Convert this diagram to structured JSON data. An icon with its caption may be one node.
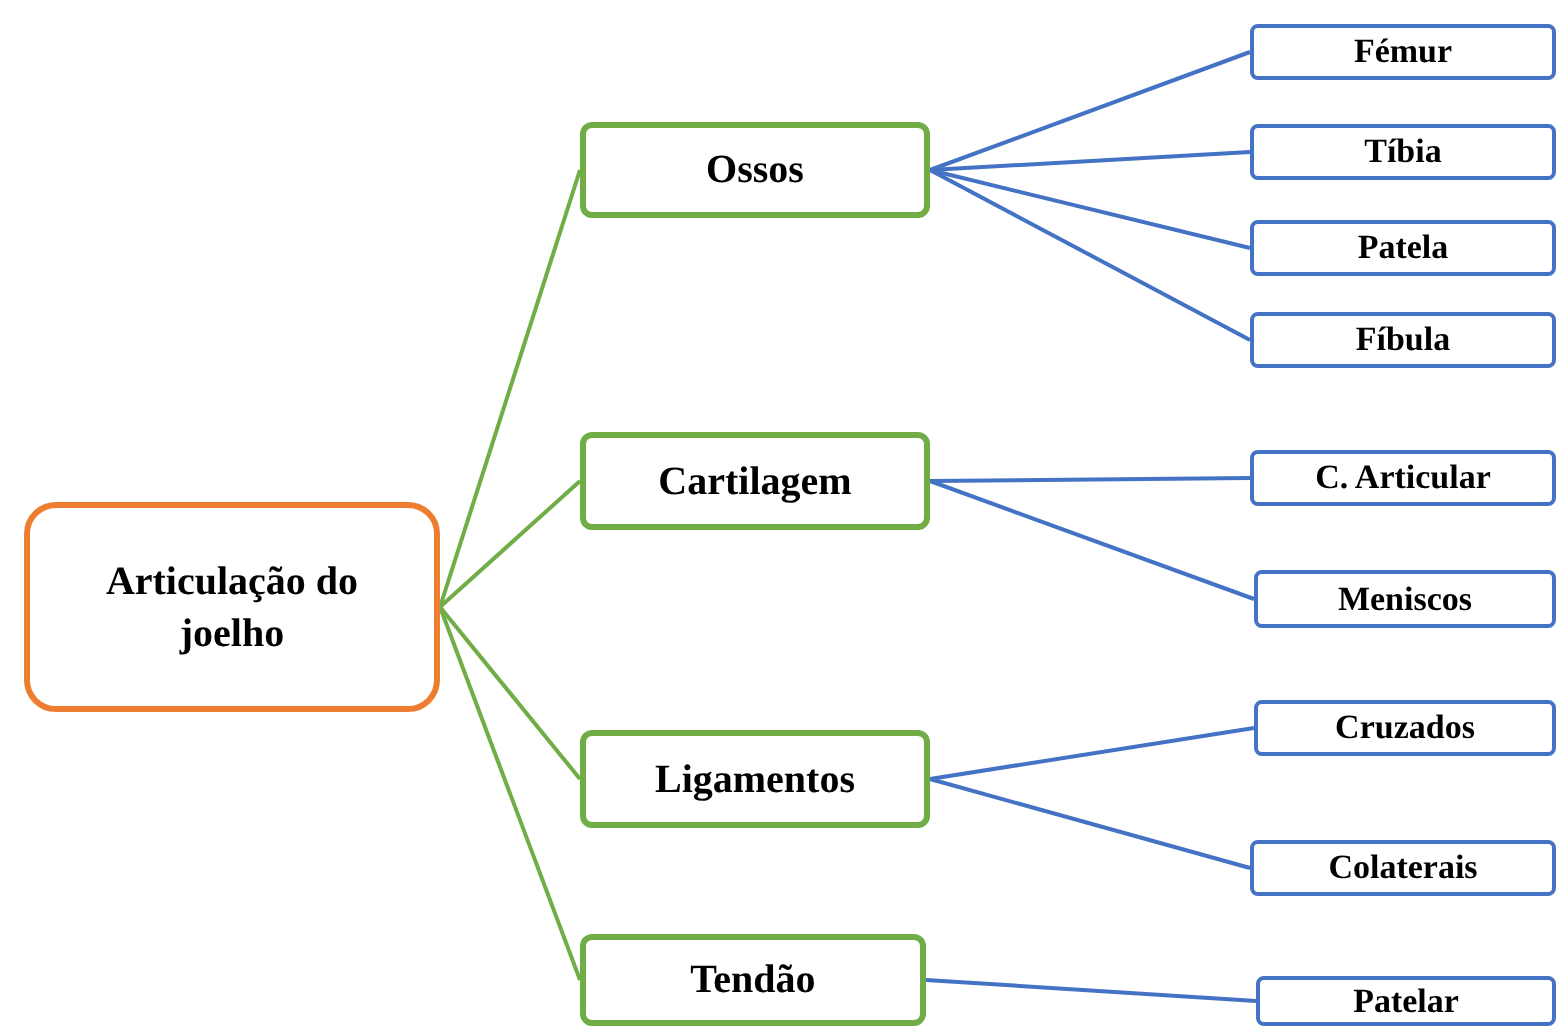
{
  "diagram": {
    "nodes": [
      {
        "text": [
          "Articulação do joelho"
        ]
      },
      {
        "text": [
          "Ossos"
        ]
      },
      {
        "text": [
          "Fémur"
        ]
      },
      {
        "text": [
          "Tíbia"
        ]
      },
      {
        "text": [
          "Patela"
        ]
      },
      {
        "text": [
          "Fíbula"
        ]
      },
      {
        "text": [
          "Cartilagem"
        ]
      },
      {
        "text": [
          "C. Articular"
        ]
      },
      {
        "text": [
          "Meniscos"
        ]
      },
      {
        "text": [
          "Ligamentos"
        ]
      },
      {
        "text": [
          "Cruzados"
        ]
      },
      {
        "text": [
          "Colaterais"
        ]
      },
      {
        "text": [
          "Tendão"
        ]
      },
      {
        "text": [
          "Patelar"
        ]
      }
    ],
    "edges": [
      {
        "from": 0,
        "to": 1,
        "arrow": "none",
        "color": "#70ad47"
      },
      {
        "from": 0,
        "to": 6,
        "arrow": "none",
        "color": "#70ad47"
      },
      {
        "from": 0,
        "to": 9,
        "arrow": "none",
        "color": "#70ad47"
      },
      {
        "from": 0,
        "to": 12,
        "arrow": "none",
        "color": "#70ad47"
      },
      {
        "from": 1,
        "to": 2,
        "arrow": "none"
      },
      {
        "from": 1,
        "to": 3,
        "arrow": "none"
      },
      {
        "from": 1,
        "to": 4,
        "arrow": "none"
      },
      {
        "from": 1,
        "to": 5,
        "arrow": "none"
      },
      {
        "from": 6,
        "to": 7,
        "arrow": "none"
      },
      {
        "from": 6,
        "to": 8,
        "arrow": "none"
      },
      {
        "from": 9,
        "to": 10,
        "arrow": "none"
      },
      {
        "from": 9,
        "to": 11,
        "arrow": "none"
      },
      {
        "from": 12,
        "to": 13,
        "arrow": "none"
      }
    ]
  }
}
